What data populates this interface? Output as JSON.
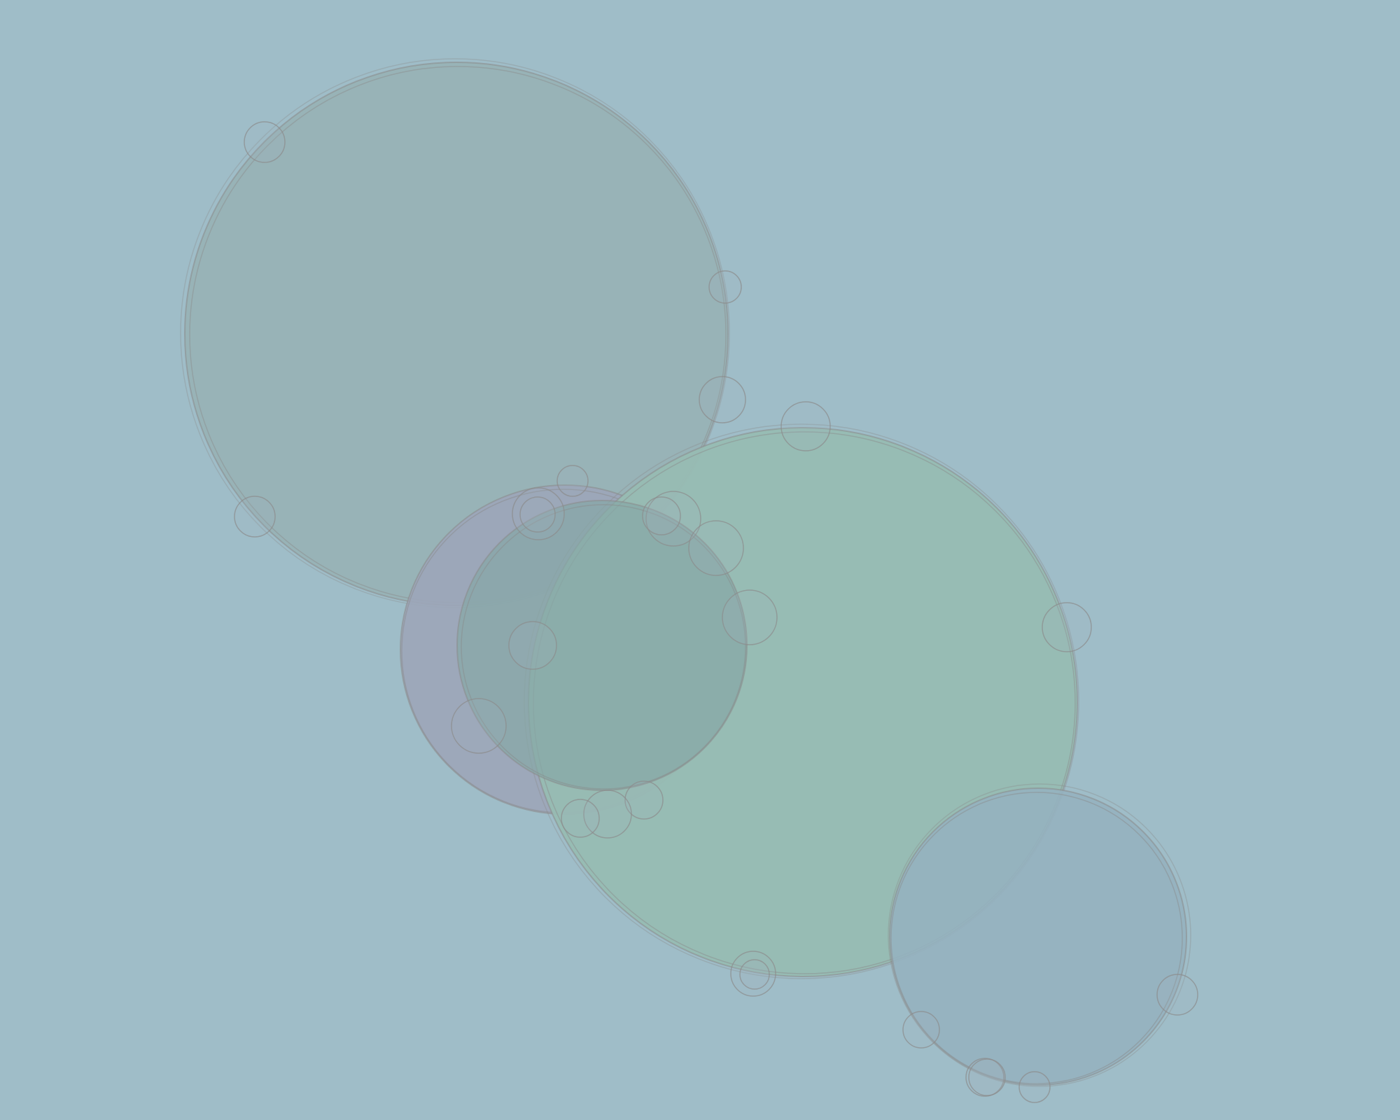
{
  "background_color": "#9fbdc8",
  "palette": {
    "gray_disc": "#98b2b7",
    "green_disc": "#97bbb5",
    "blue_disc": "#96b2bd",
    "lavender_disc": "#9ba8b6",
    "teal_disc": "#8aaaa8",
    "outline": "#8a8a8a"
  },
  "shapes": [
    {
      "name": "large-gray-disc",
      "fill": "gray_disc"
    },
    {
      "name": "large-green-disc",
      "fill": "green_disc"
    },
    {
      "name": "lavender-disc",
      "fill": "lavender_disc"
    },
    {
      "name": "teal-disc",
      "fill": "teal_disc"
    },
    {
      "name": "lower-blue-disc",
      "fill": "blue_disc"
    }
  ]
}
